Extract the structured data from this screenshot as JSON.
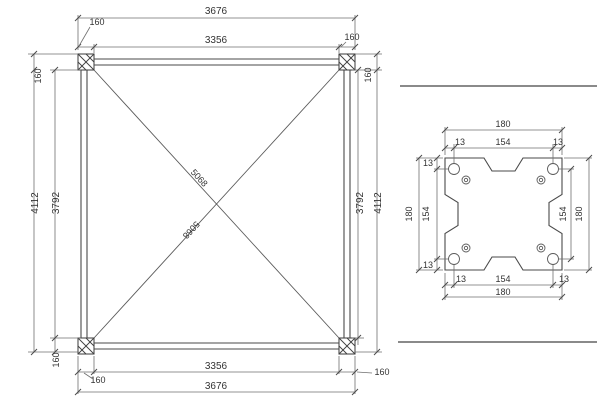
{
  "drawing": {
    "main_view": {
      "dim_top_outer": "3676",
      "dim_top_inner": "3356",
      "dim_bottom_inner": "3356",
      "dim_bottom_outer": "3676",
      "dim_left_outer": "4112",
      "dim_left_inner": "3792",
      "dim_right_inner": "3792",
      "dim_right_outer": "4112",
      "dim_diagonal_1": "5068",
      "dim_diagonal_2": "5068",
      "offset_top_left": "160",
      "offset_top_right": "160",
      "offset_left_top": "160",
      "offset_left_bottom": "160",
      "offset_right_top": "160",
      "offset_bottom_left": "160",
      "offset_bottom_right": "160"
    },
    "detail_view": {
      "dim_top_overall": "180",
      "dim_top_left": "13",
      "dim_top_center": "154",
      "dim_top_right": "13",
      "dim_left_overall": "180",
      "dim_left_top": "13",
      "dim_left_center": "154",
      "dim_left_bottom": "13",
      "dim_right_center": "154",
      "dim_right_overall": "180",
      "dim_bottom_left": "13",
      "dim_bottom_center": "154",
      "dim_bottom_right": "13",
      "dim_bottom_overall": "180"
    },
    "colors": {
      "object_line": "#4a4a4a",
      "dimension_line": "#6f6f6f",
      "text": "#333333",
      "separator_line": "#8a8a8a",
      "background": "#ffffff"
    }
  }
}
